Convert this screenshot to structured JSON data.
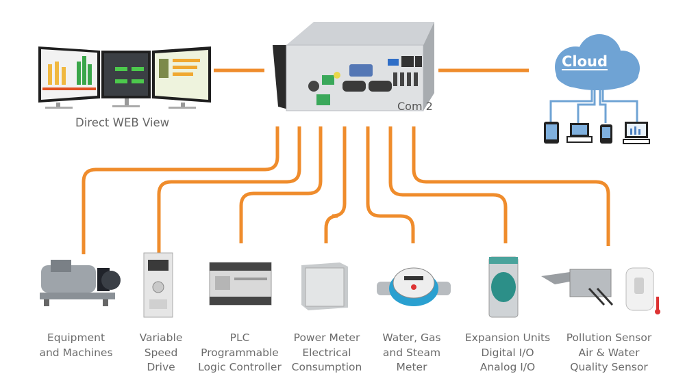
{
  "diagram": {
    "accent_color": "#ef8c2c",
    "cloud_color": "#6fa3d4",
    "hub": {
      "name": "Embedded controller",
      "port_label": "Com 2"
    },
    "web_view": {
      "label": "Direct WEB View",
      "screens": [
        "Energy dashboard",
        "Control panel",
        "Bar chart report"
      ]
    },
    "cloud": {
      "label": "Cloud",
      "devices": [
        "tablet",
        "laptop",
        "phone",
        "desktop"
      ]
    },
    "endpoints": [
      {
        "id": "equipment",
        "lines": [
          "Equipment",
          "and Machines"
        ]
      },
      {
        "id": "vsd",
        "lines": [
          "Variable",
          "Speed",
          "Drive"
        ]
      },
      {
        "id": "plc",
        "lines": [
          "PLC",
          "Programmable",
          "Logic Controller"
        ]
      },
      {
        "id": "power-meter",
        "lines": [
          "Power Meter",
          "Electrical",
          "Consumption"
        ]
      },
      {
        "id": "water-meter",
        "lines": [
          "Water, Gas",
          "and Steam",
          "Meter"
        ]
      },
      {
        "id": "expansion",
        "lines": [
          "Expansion Units",
          "Digital I/O",
          "Analog I/O"
        ]
      },
      {
        "id": "pollution",
        "lines": [
          "Pollution Sensor",
          "Air & Water",
          "Quality Sensor"
        ]
      }
    ]
  }
}
